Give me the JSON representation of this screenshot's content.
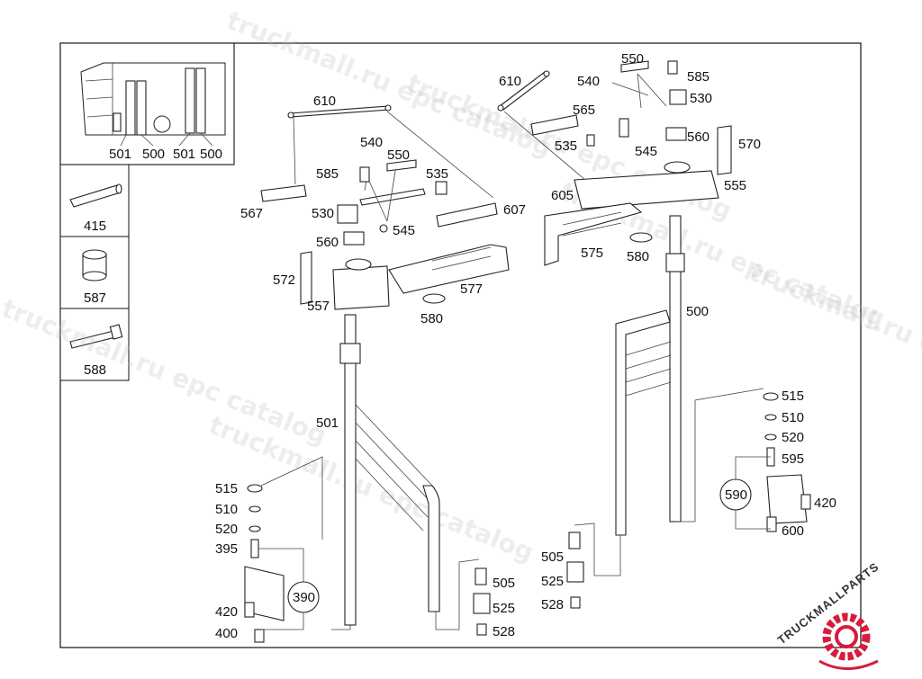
{
  "watermark": {
    "text1": "truckmall.ru epc catalog",
    "text2": "truckmall.ru epc catalog",
    "text3": "truckmall.ru epc catalog",
    "text4": "truckmall.ru epc catalog",
    "text5": "truckmall.ru epc catalog",
    "text6": "truckmall.ru epc catalog"
  },
  "legend": {
    "overview_labels": [
      "501",
      "500",
      "501",
      "500"
    ],
    "items": [
      {
        "icon": "sleeve-icon",
        "label": "415"
      },
      {
        "icon": "bushing-icon",
        "label": "587"
      },
      {
        "icon": "bolt-icon",
        "label": "588"
      }
    ]
  },
  "callouts": {
    "left": [
      "610",
      "540",
      "550",
      "585",
      "535",
      "567",
      "530",
      "545",
      "607",
      "560",
      "572",
      "577",
      "557",
      "580",
      "501",
      "515",
      "510",
      "520",
      "395",
      "390",
      "420",
      "400",
      "505",
      "525",
      "528"
    ],
    "right": [
      "550",
      "610",
      "540",
      "585",
      "530",
      "565",
      "560",
      "570",
      "535",
      "545",
      "605",
      "555",
      "575",
      "580",
      "500",
      "515",
      "510",
      "520",
      "595",
      "590",
      "420",
      "600",
      "505",
      "525",
      "528"
    ]
  },
  "logo": {
    "text": "TRUCKMALLPARTS",
    "colors": {
      "brand_red": "#d81b3c",
      "brand_dark": "#333333"
    }
  }
}
